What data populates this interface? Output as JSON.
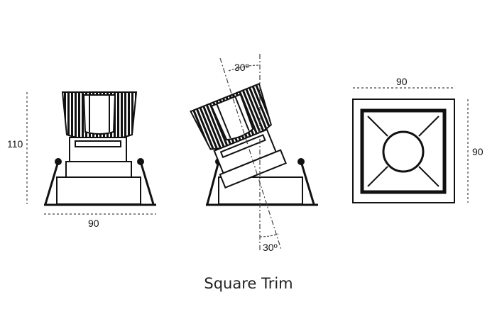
{
  "dimensions": {
    "front_height": "110",
    "front_width": "90",
    "tilt_top": "30º",
    "tilt_bottom": "30º",
    "trim_width": "90",
    "trim_height": "90"
  },
  "caption": "Square Trim",
  "colors": {
    "line": "#111111",
    "fill": "#ffffff"
  }
}
